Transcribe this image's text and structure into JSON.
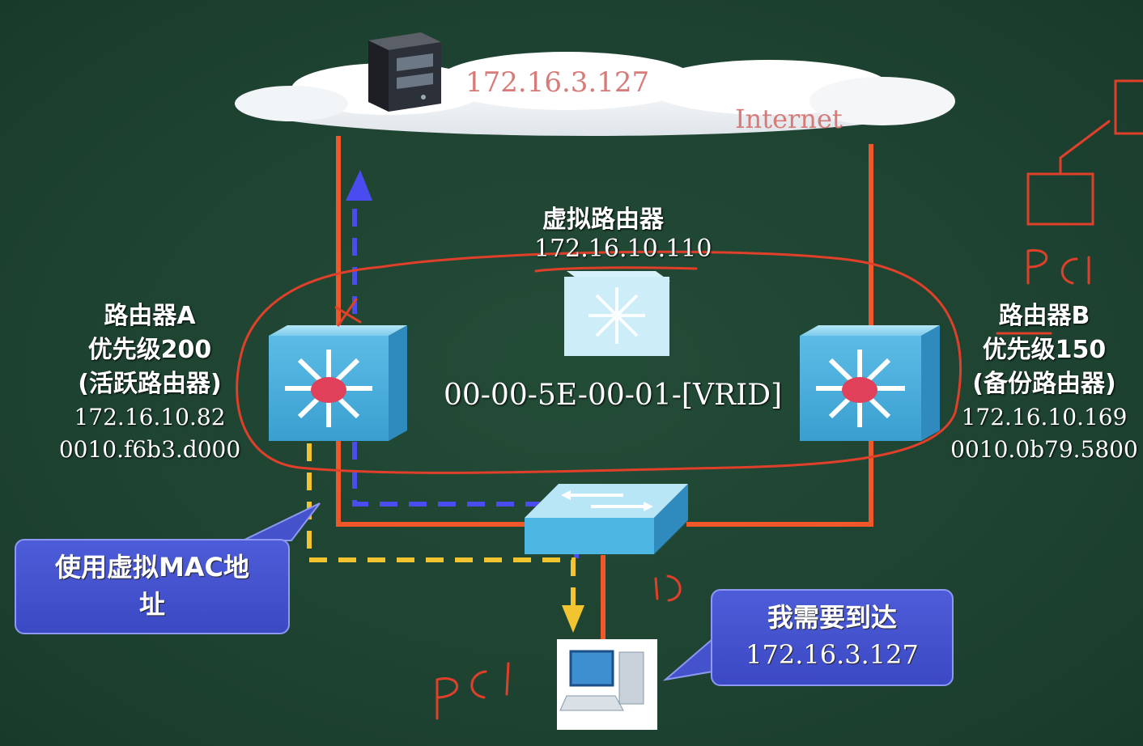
{
  "cloud": {
    "ip": "172.16.3.127",
    "label": "Internet"
  },
  "virtual_router": {
    "title": "虚拟路由器",
    "ip": "172.16.10.110",
    "mac": "00-00-5E-00-01-[VRID]"
  },
  "router_a": {
    "name": "路由器A",
    "priority": "优先级200",
    "role": "(活跃路由器)",
    "ip": "172.16.10.82",
    "mac": "0010.f6b3.d000"
  },
  "router_b": {
    "name": "路由器B",
    "priority": "优先级150",
    "role": "(备份路由器)",
    "ip": "172.16.10.169",
    "mac": "0010.0b79.5800"
  },
  "callout_left": {
    "line1": "使用虚拟MAC地",
    "line2": "址"
  },
  "callout_right": {
    "line1": "我需要到达",
    "line2": "172.16.3.127"
  },
  "colors": {
    "board": "#1f4532",
    "link": "#f0582a",
    "dash_blue": "#4a4cf0",
    "dash_yellow": "#f2c530",
    "handwriting": "#e0402a",
    "callout": "#4453cc",
    "device": "#4ab0de"
  }
}
